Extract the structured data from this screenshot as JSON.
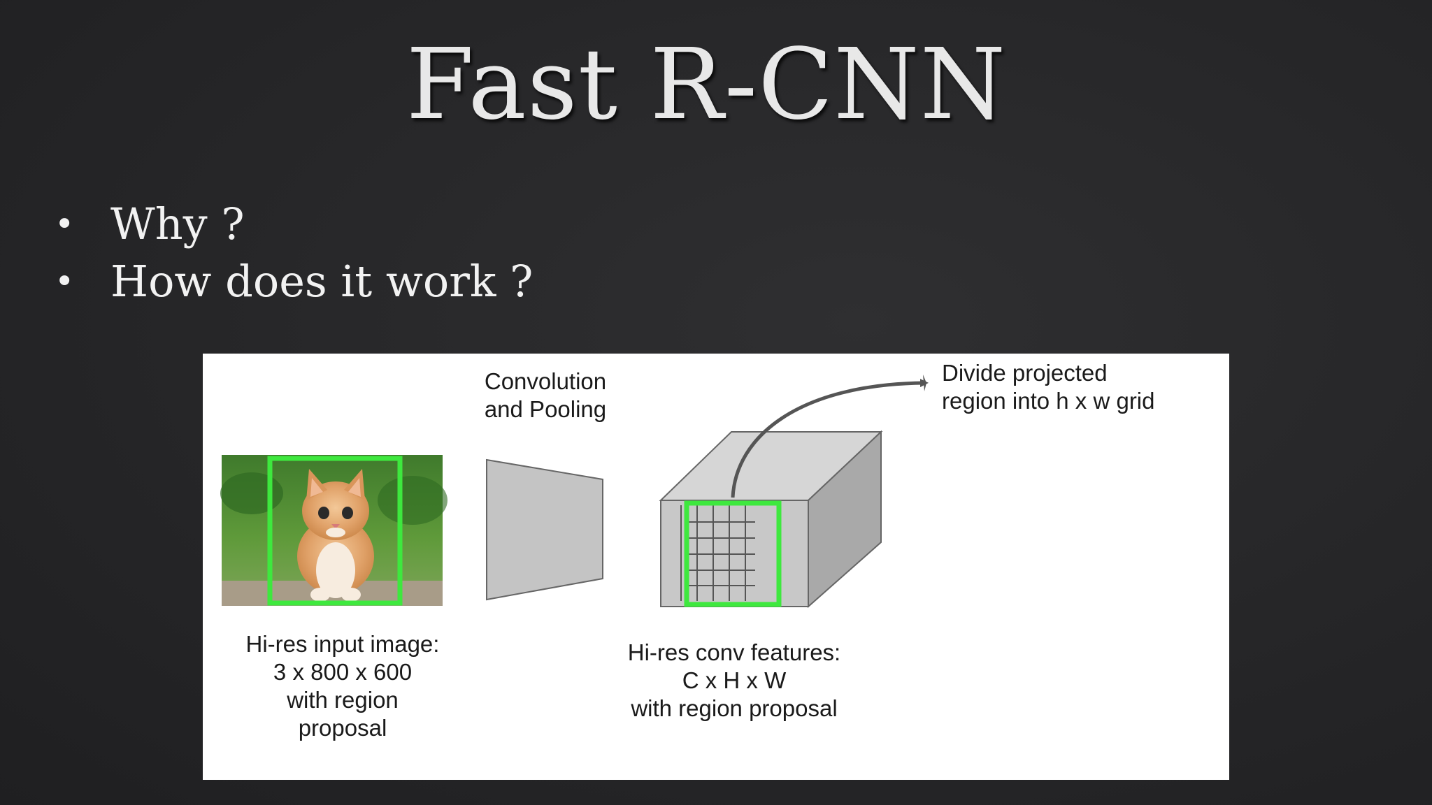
{
  "slide": {
    "title": "Fast R-CNN",
    "bullets": [
      "Why ?",
      "How does it work ?"
    ]
  },
  "diagram": {
    "conv_label": [
      "Convolution",
      "and Pooling"
    ],
    "divide_label": [
      "Divide projected",
      "region into h x w grid"
    ],
    "input_label": [
      "Hi-res input image:",
      "3 x 800 x 600",
      "with region",
      "proposal"
    ],
    "features_label": [
      "Hi-res conv features:",
      "C x H x W",
      "with region proposal"
    ],
    "colors": {
      "region_box": "#3ee83e",
      "block_front": "#c8c8c8",
      "block_top": "#d6d6d6",
      "block_side": "#a9a9a9",
      "arrow": "#555555"
    }
  }
}
